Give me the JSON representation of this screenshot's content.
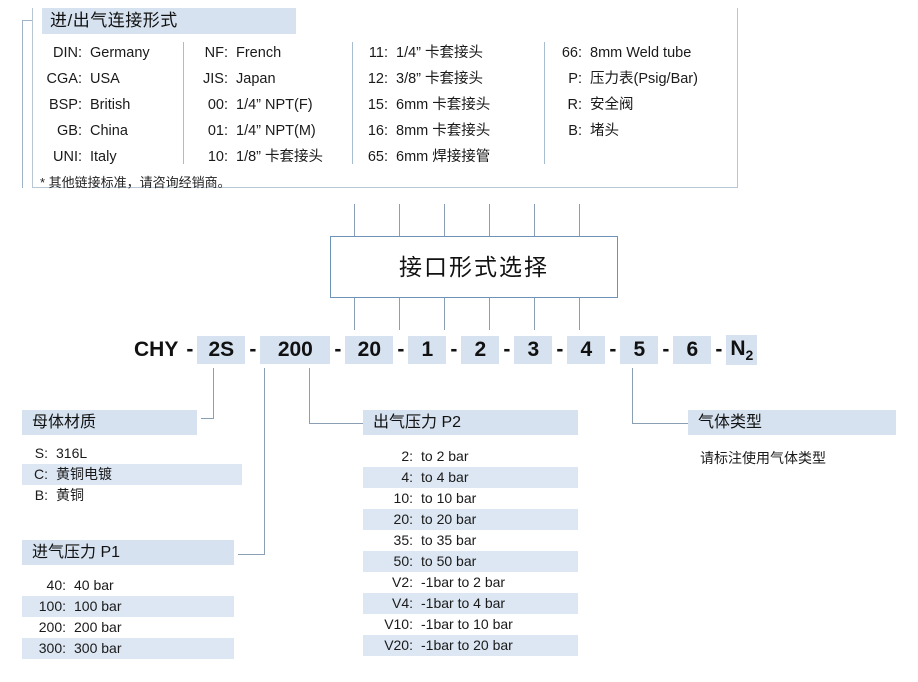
{
  "top_panel": {
    "title": "进/出气连接形式",
    "note": "* 其他链接标准，请咨询经销商。",
    "columns": [
      {
        "rows": [
          {
            "code": "DIN",
            "desc": "Germany"
          },
          {
            "code": "CGA",
            "desc": "USA"
          },
          {
            "code": "BSP",
            "desc": "British"
          },
          {
            "code": "GB",
            "desc": "China"
          },
          {
            "code": "UNI",
            "desc": "Italy"
          }
        ]
      },
      {
        "rows": [
          {
            "code": "NF",
            "desc": "French"
          },
          {
            "code": "JIS",
            "desc": "Japan"
          },
          {
            "code": "00",
            "desc": "1/4”  NPT(F)"
          },
          {
            "code": "01",
            "desc": "1/4”  NPT(M)"
          },
          {
            "code": "10",
            "desc": "1/8”  卡套接头"
          }
        ]
      },
      {
        "rows": [
          {
            "code": "11",
            "desc": "1/4”  卡套接头"
          },
          {
            "code": "12",
            "desc": "3/8”  卡套接头"
          },
          {
            "code": "15",
            "desc": "6mm 卡套接头"
          },
          {
            "code": "16",
            "desc": "8mm 卡套接头"
          },
          {
            "code": "65",
            "desc": "6mm 焊接接管"
          }
        ]
      },
      {
        "rows": [
          {
            "code": "66",
            "desc": "8mm Weld tube"
          },
          {
            "code": "P",
            "desc": "压力表(Psig/Bar)"
          },
          {
            "code": "R",
            "desc": "安全阀"
          },
          {
            "code": "B",
            "desc": "堵头"
          }
        ]
      }
    ]
  },
  "interface_box": {
    "label": "接口形式选择"
  },
  "model": {
    "segments": [
      {
        "text": "CHY",
        "highlight": false
      },
      {
        "text": "2S",
        "highlight": true
      },
      {
        "text": "200",
        "highlight": true
      },
      {
        "text": "20",
        "highlight": true
      },
      {
        "text": "1",
        "highlight": true
      },
      {
        "text": "2",
        "highlight": true
      },
      {
        "text": "3",
        "highlight": true
      },
      {
        "text": "4",
        "highlight": true
      },
      {
        "text": "5",
        "highlight": true
      },
      {
        "text": "6",
        "highlight": true
      },
      {
        "text": "N2",
        "highlight": true
      }
    ],
    "separator": "-"
  },
  "body_material": {
    "title": "母体材质",
    "items": [
      {
        "code": "S",
        "desc": "316L"
      },
      {
        "code": "C",
        "desc": "黄铜电镀"
      },
      {
        "code": "B",
        "desc": "黄铜"
      }
    ]
  },
  "inlet_pressure": {
    "title": "进气压力 P1",
    "items": [
      {
        "code": "40",
        "desc": "40 bar"
      },
      {
        "code": "100",
        "desc": "100 bar"
      },
      {
        "code": "200",
        "desc": "200 bar"
      },
      {
        "code": "300",
        "desc": "300 bar"
      }
    ]
  },
  "outlet_pressure": {
    "title": "出气压力 P2",
    "items": [
      {
        "code": "2",
        "desc": "to 2 bar"
      },
      {
        "code": "4",
        "desc": "to 4 bar"
      },
      {
        "code": "10",
        "desc": "to 10 bar"
      },
      {
        "code": "20",
        "desc": "to 20 bar"
      },
      {
        "code": "35",
        "desc": "to 35 bar"
      },
      {
        "code": "50",
        "desc": "to 50 bar"
      },
      {
        "code": "V2",
        "desc": "-1bar to 2 bar"
      },
      {
        "code": "V4",
        "desc": "-1bar to 4 bar"
      },
      {
        "code": "V10",
        "desc": "-1bar to 10 bar"
      },
      {
        "code": "V20",
        "desc": "-1bar to 20 bar"
      }
    ]
  },
  "gas_type": {
    "title": "气体类型",
    "note": "请标注使用气体类型"
  },
  "colors": {
    "highlight": "#d6e2f0",
    "highlight_soft": "#dce7f3",
    "line": "#8a9fb4",
    "box_border": "#6f92b8",
    "panel_border": "#b9c6d4",
    "text": "#1a1a1a"
  }
}
